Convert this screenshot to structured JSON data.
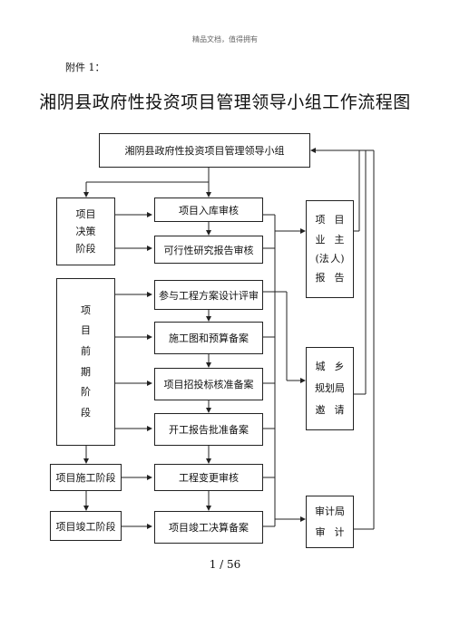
{
  "header_note": "精品文档，值得拥有",
  "attachment_label": "附件 1：",
  "title": "湘阴县政府性投资项目管理领导小组工作流程图",
  "top_box": "湘阴县政府性投资项目管理领导小组",
  "left_stage_decision": [
    "项目",
    "决策",
    "阶段"
  ],
  "left_stage_pre": [
    "项",
    "目",
    "前",
    "期",
    "阶",
    "段"
  ],
  "left_stage_construction": "项目施工阶段",
  "left_stage_completion": "项目竣工阶段",
  "center_steps": [
    "项目入库审核",
    "可行性研究报告审核",
    "参与工程方案设计评审",
    "施工图和预算备案",
    "项目招投标核准备案",
    "开工报告批准备案",
    "工程变更审核",
    "项目竣工决算备案"
  ],
  "right_owner": [
    [
      "项",
      "目"
    ],
    [
      "业",
      "主"
    ],
    [
      "(法",
      "人)"
    ],
    [
      "报",
      "告"
    ]
  ],
  "right_planning": [
    [
      "城",
      "乡"
    ],
    [
      "规划局"
    ],
    [
      "邀",
      "请"
    ]
  ],
  "right_audit": [
    [
      "审计局"
    ],
    [
      "审",
      "计"
    ]
  ],
  "page_number": "1 / 56"
}
